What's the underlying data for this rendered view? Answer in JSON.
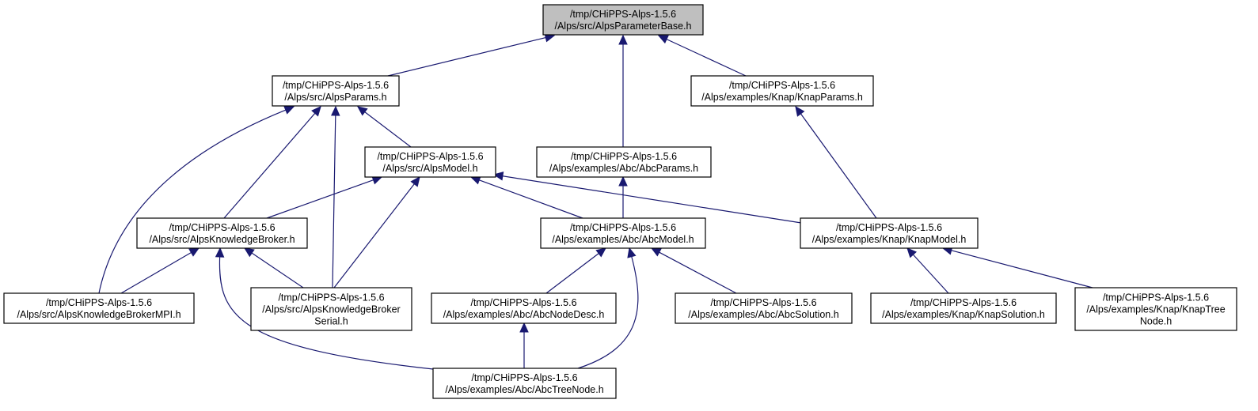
{
  "graph": {
    "title": "",
    "colors": {
      "edge": "#191970",
      "root_fill": "#bfbfbf",
      "node_fill": "#ffffff",
      "border": "#000000"
    },
    "nodes": [
      {
        "id": "base",
        "lines": [
          "/tmp/CHiPPS-Alps-1.5.6",
          "/Alps/src/AlpsParameterBase.h"
        ],
        "highlighted": true
      },
      {
        "id": "params",
        "lines": [
          "/tmp/CHiPPS-Alps-1.5.6",
          "/Alps/src/AlpsParams.h"
        ]
      },
      {
        "id": "knapparams",
        "lines": [
          "/tmp/CHiPPS-Alps-1.5.6",
          "/Alps/examples/Knap/KnapParams.h"
        ]
      },
      {
        "id": "model",
        "lines": [
          "/tmp/CHiPPS-Alps-1.5.6",
          "/Alps/src/AlpsModel.h"
        ]
      },
      {
        "id": "abcparams",
        "lines": [
          "/tmp/CHiPPS-Alps-1.5.6",
          "/Alps/examples/Abc/AbcParams.h"
        ]
      },
      {
        "id": "broker",
        "lines": [
          "/tmp/CHiPPS-Alps-1.5.6",
          "/Alps/src/AlpsKnowledgeBroker.h"
        ]
      },
      {
        "id": "abcmodel",
        "lines": [
          "/tmp/CHiPPS-Alps-1.5.6",
          "/Alps/examples/Abc/AbcModel.h"
        ]
      },
      {
        "id": "knapmodel",
        "lines": [
          "/tmp/CHiPPS-Alps-1.5.6",
          "/Alps/examples/Knap/KnapModel.h"
        ]
      },
      {
        "id": "brokermpi",
        "lines": [
          "/tmp/CHiPPS-Alps-1.5.6",
          "/Alps/src/AlpsKnowledgeBrokerMPI.h"
        ]
      },
      {
        "id": "brokerserial",
        "lines": [
          "/tmp/CHiPPS-Alps-1.5.6",
          "/Alps/src/AlpsKnowledgeBroker",
          "Serial.h"
        ]
      },
      {
        "id": "abcnodedesc",
        "lines": [
          "/tmp/CHiPPS-Alps-1.5.6",
          "/Alps/examples/Abc/AbcNodeDesc.h"
        ]
      },
      {
        "id": "abcsolution",
        "lines": [
          "/tmp/CHiPPS-Alps-1.5.6",
          "/Alps/examples/Abc/AbcSolution.h"
        ]
      },
      {
        "id": "knapsolution",
        "lines": [
          "/tmp/CHiPPS-Alps-1.5.6",
          "/Alps/examples/Knap/KnapSolution.h"
        ]
      },
      {
        "id": "knaptreenode",
        "lines": [
          "/tmp/CHiPPS-Alps-1.5.6",
          "/Alps/examples/Knap/KnapTree",
          "Node.h"
        ]
      },
      {
        "id": "abctreenode",
        "lines": [
          "/tmp/CHiPPS-Alps-1.5.6",
          "/Alps/examples/Abc/AbcTreeNode.h"
        ]
      }
    ],
    "edges": [
      {
        "from": "params",
        "to": "base"
      },
      {
        "from": "abcparams",
        "to": "base"
      },
      {
        "from": "knapparams",
        "to": "base"
      },
      {
        "from": "brokermpi",
        "to": "params"
      },
      {
        "from": "broker",
        "to": "params"
      },
      {
        "from": "brokerserial",
        "to": "params"
      },
      {
        "from": "model",
        "to": "params"
      },
      {
        "from": "knapmodel",
        "to": "knapparams"
      },
      {
        "from": "broker",
        "to": "model"
      },
      {
        "from": "brokerserial",
        "to": "model"
      },
      {
        "from": "abcmodel",
        "to": "model"
      },
      {
        "from": "knapmodel",
        "to": "model"
      },
      {
        "from": "abcmodel",
        "to": "abcparams"
      },
      {
        "from": "brokermpi",
        "to": "broker"
      },
      {
        "from": "abctreenode",
        "to": "broker"
      },
      {
        "from": "brokerserial",
        "to": "broker"
      },
      {
        "from": "abcnodedesc",
        "to": "abcmodel"
      },
      {
        "from": "abctreenode",
        "to": "abcmodel"
      },
      {
        "from": "abcsolution",
        "to": "abcmodel"
      },
      {
        "from": "knapsolution",
        "to": "knapmodel"
      },
      {
        "from": "knaptreenode",
        "to": "knapmodel"
      },
      {
        "from": "abctreenode",
        "to": "abcnodedesc"
      }
    ]
  }
}
